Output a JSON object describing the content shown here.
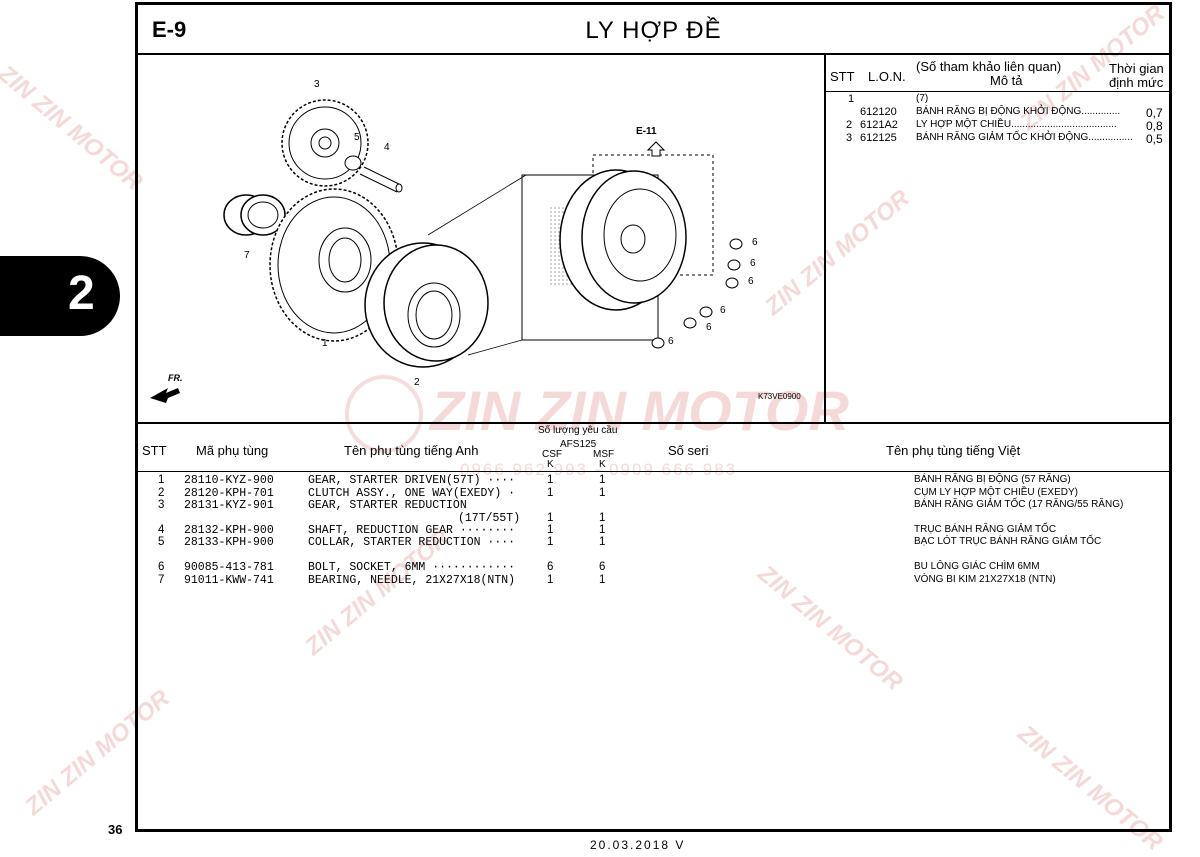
{
  "header": {
    "code": "E-9",
    "title": "LY HỢP ĐỀ"
  },
  "side_tab": "2",
  "page_number": "36",
  "footer": "20.03.2018 V",
  "diagram": {
    "ref_label": "E-11",
    "fr_label": "FR.",
    "figure_code": "K73VE0900",
    "callouts": [
      "1",
      "2",
      "3",
      "4",
      "5",
      "6",
      "7"
    ]
  },
  "lon_section": {
    "headers": {
      "stt": "STT",
      "lon": "L.O.N.",
      "ref": "(Số tham khảo liên quan)",
      "desc": "Mô tả",
      "time1": "Thời gian",
      "time2": "định mức"
    },
    "group": {
      "stt": "1",
      "ref": "(7)"
    },
    "items": [
      {
        "stt": "",
        "code": "612120",
        "desc": "BÁNH RĂNG BỊ ĐỘNG KHỞI ĐỘNG..............",
        "time": "0,7"
      },
      {
        "stt": "2",
        "code": "6121A2",
        "desc": "LY HỢP MỘT CHIỀU......................................",
        "time": "0,8"
      },
      {
        "stt": "3",
        "code": "612125",
        "desc": "BÁNH RĂNG GIẢM TỐC KHỞI ĐỘNG................",
        "time": "0,5"
      }
    ]
  },
  "parts_table": {
    "headers": {
      "stt": "STT",
      "part_no": "Mã phụ tùng",
      "name_en": "Tên phụ tùng tiếng Anh",
      "qty": "Số lượng yêu cầu",
      "model": "AFS125",
      "col1": "CSF",
      "col1b": "K",
      "col2": "MSF",
      "col2b": "K",
      "serial": "Số seri",
      "name_vi": "Tên phụ tùng tiếng Việt"
    },
    "rows": [
      {
        "stt": "1",
        "part_no": "28110-KYZ-900",
        "name_en": "GEAR, STARTER DRIVEN(57T) ····",
        "q1": "1",
        "q2": "1",
        "name_vi": "BÁNH RĂNG BỊ ĐỘNG (57 RĂNG)"
      },
      {
        "stt": "2",
        "part_no": "28120-KPH-701",
        "name_en": "CLUTCH ASSY., ONE WAY(EXEDY) ·",
        "q1": "1",
        "q2": "1",
        "name_vi": "CỤM LY HỢP MỘT CHIỀU (EXEDY)"
      },
      {
        "stt": "3",
        "part_no": "28131-KYZ-901",
        "name_en": "GEAR, STARTER REDUCTION",
        "q1": "",
        "q2": "",
        "name_vi": "BÁNH RĂNG GIẢM TỐC (17 RĂNG/55 RĂNG)"
      },
      {
        "stt": "",
        "part_no": "",
        "name_en": "(17T/55T)",
        "q1": "1",
        "q2": "1",
        "name_vi": ""
      },
      {
        "stt": "4",
        "part_no": "28132-KPH-900",
        "name_en": "SHAFT, REDUCTION GEAR ········",
        "q1": "1",
        "q2": "1",
        "name_vi": "TRỤC BÁNH RĂNG GIẢM TỐC"
      },
      {
        "stt": "5",
        "part_no": "28133-KPH-900",
        "name_en": "COLLAR, STARTER REDUCTION ····",
        "q1": "1",
        "q2": "1",
        "name_vi": "BẠC LÓT TRỤC BÁNH RĂNG GIẢM TỐC"
      },
      {
        "stt": "6",
        "part_no": "90085-413-781",
        "name_en": "BOLT, SOCKET, 6MM ············",
        "q1": "6",
        "q2": "6",
        "name_vi": "BU LÔNG GIÁC CHÌM 6MM"
      },
      {
        "stt": "7",
        "part_no": "91011-KWW-741",
        "name_en": "BEARING, NEEDLE, 21X27X18(NTN)",
        "q1": "1",
        "q2": "1",
        "name_vi": "VÒNG BI KIM 21X27X18 (NTN)"
      }
    ]
  },
  "watermark": {
    "brand": "ZIN ZIN MOTOR",
    "phone": "0966 962 993 - 0909 666 983"
  },
  "colors": {
    "watermark": "#dc7878",
    "border": "#000000"
  }
}
